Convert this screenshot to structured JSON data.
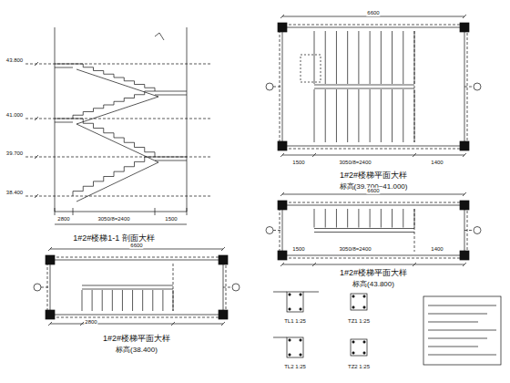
{
  "diagram": {
    "labels": [
      "1#2#楼梯1-1 剖面大样",
      "1#2#楼梯平面大样",
      "标高(38.400)",
      "1#2#楼梯平面大样",
      "标高(39.700~41.000)",
      "1#2#楼梯平面大样",
      "标高(43.800)",
      "43.800",
      "41.000",
      "39.700",
      "38.400",
      "2800",
      "3050/8=2400",
      "1500",
      "6600",
      "1500",
      "3050/8=2400",
      "1400",
      "6600",
      "1500",
      "3050/8=2400",
      "1400",
      "6600",
      "2800",
      "TL1 1:25",
      "TZ1 1:25",
      "TL2 1:25",
      "TZ2 1:25"
    ]
  }
}
